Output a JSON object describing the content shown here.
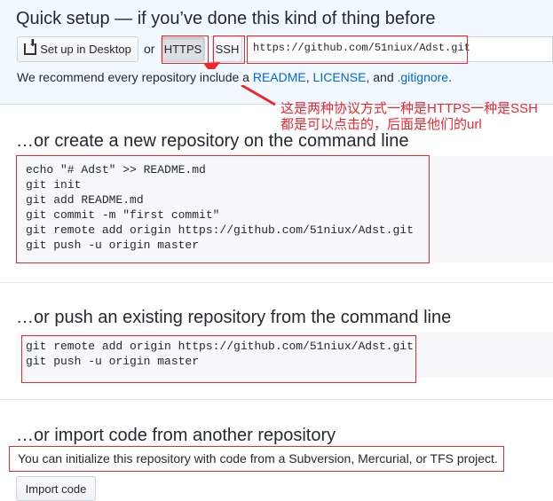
{
  "quick_setup": {
    "title": "Quick setup — if you’ve done this kind of thing before",
    "desktop_label": "Set up in Desktop",
    "or": "or",
    "https_label": "HTTPS",
    "ssh_label": "SSH",
    "url": "https://github.com/51niux/Adst.git",
    "recommend_pre": "We recommend every repository include a ",
    "readme": "README",
    "sep1": ", ",
    "license": "LICENSE",
    "sep2": ", and ",
    "gitignore": ".gitignore",
    "end": "."
  },
  "annotation": {
    "line1": "这是两种协议方式一种是HTTPS一种是SSH",
    "line2": "都是可以点击的，后面是他们的url",
    "color": "#f0262f"
  },
  "create": {
    "title": "…or create a new repository on the command line",
    "code": "echo \"# Adst\" >> README.md\ngit init\ngit add README.md\ngit commit -m \"first commit\"\ngit remote add origin https://github.com/51niux/Adst.git\ngit push -u origin master"
  },
  "push": {
    "title": "…or push an existing repository from the command line",
    "code": "git remote add origin https://github.com/51niux/Adst.git\ngit push -u origin master"
  },
  "import": {
    "title": "…or import code from another repository",
    "text": "You can initialize this repository with code from a Subversion, Mercurial, or TFS project.",
    "button": "Import code"
  }
}
